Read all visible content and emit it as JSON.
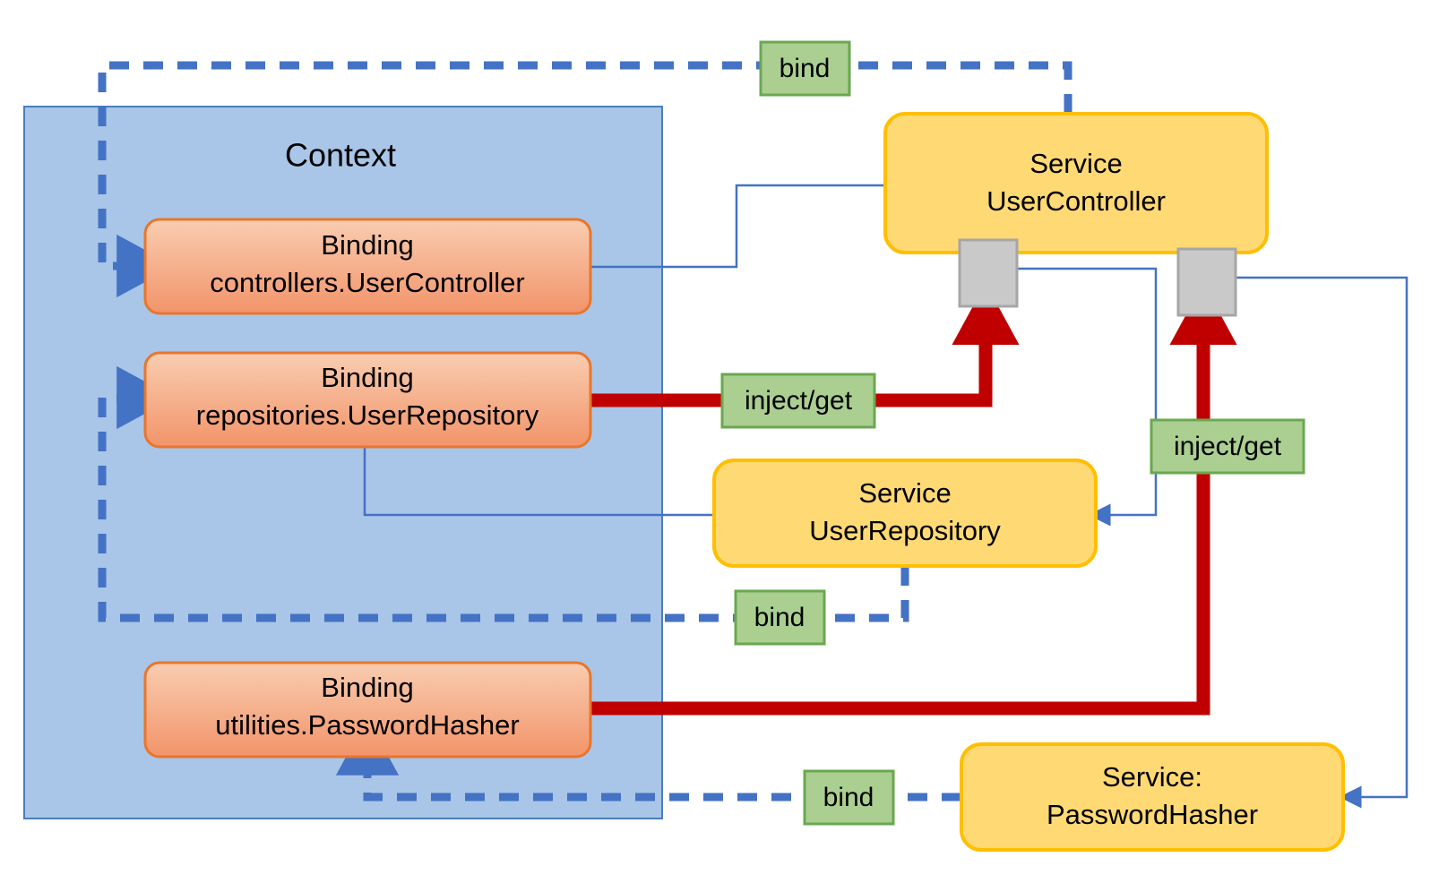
{
  "diagram": {
    "title": "Context",
    "colors": {
      "context_fill": "#a9c6e8",
      "context_stroke": "#4a7ebb",
      "binding_fill_top": "#f7c6a5",
      "binding_fill_bottom": "#f49e72",
      "binding_stroke": "#e8762c",
      "service_fill": "#ffd974",
      "service_stroke": "#ffbf00",
      "label_fill": "#aacf91",
      "label_stroke": "#6aa84f",
      "bind_line": "#4472c4",
      "inject_line": "#c00000",
      "thin_line": "#4472c4",
      "port_fill": "#c9c9c9",
      "port_stroke": "#a6a6a6"
    },
    "context": {
      "label": "Context"
    },
    "bindings": [
      {
        "id": "binding-user-controller",
        "line1": "Binding",
        "line2": "controllers.UserController"
      },
      {
        "id": "binding-user-repository",
        "line1": "Binding",
        "line2": "repositories.UserRepository"
      },
      {
        "id": "binding-password-hasher",
        "line1": "Binding",
        "line2": "utilities.PasswordHasher"
      }
    ],
    "services": [
      {
        "id": "service-user-controller",
        "line1": "Service",
        "line2": "UserController"
      },
      {
        "id": "service-user-repository",
        "line1": "Service",
        "line2": "UserRepository"
      },
      {
        "id": "service-password-hasher",
        "line1": "Service:",
        "line2": "PasswordHasher"
      }
    ],
    "edge_labels": [
      {
        "id": "bind-top",
        "text": "bind"
      },
      {
        "id": "inject-get-repository",
        "text": "inject/get"
      },
      {
        "id": "bind-middle",
        "text": "bind"
      },
      {
        "id": "inject-get-hasher",
        "text": "inject/get"
      },
      {
        "id": "bind-bottom",
        "text": "bind"
      }
    ]
  }
}
